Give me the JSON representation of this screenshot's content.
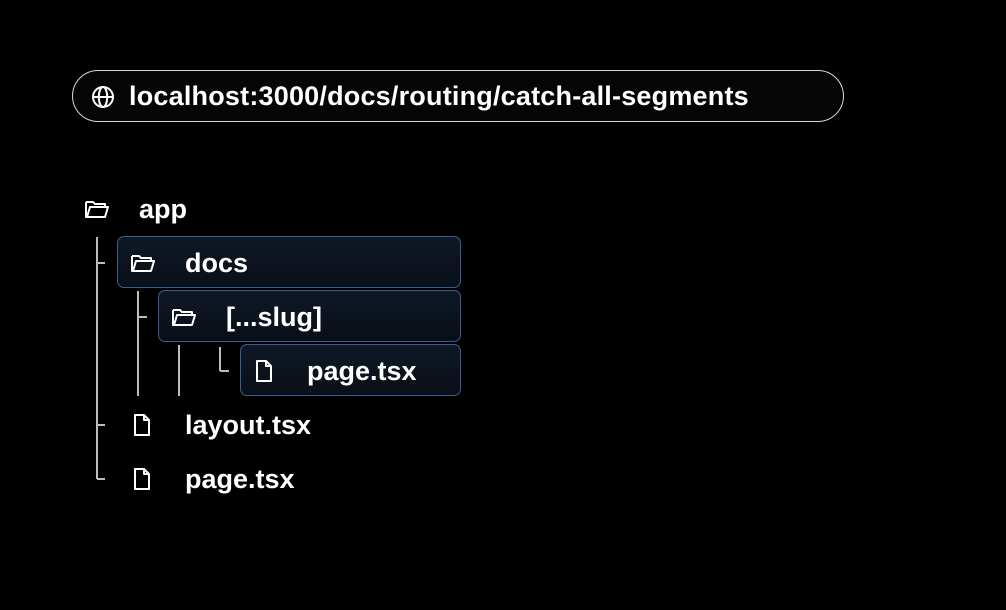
{
  "url_bar": {
    "icon": "globe-icon",
    "url": "localhost:3000/docs/routing/catch-all-segments"
  },
  "tree": {
    "root": {
      "label": "app",
      "icon": "folder-open-icon"
    },
    "docs": {
      "label": "docs",
      "icon": "folder-open-icon",
      "highlighted": true
    },
    "slug": {
      "label": "[...slug]",
      "icon": "folder-open-icon",
      "highlighted": true
    },
    "slug_page": {
      "label": "page.tsx",
      "icon": "file-icon",
      "highlighted": true
    },
    "layout": {
      "label": "layout.tsx",
      "icon": "file-icon"
    },
    "page": {
      "label": "page.tsx",
      "icon": "file-icon"
    }
  },
  "colors": {
    "background": "#000000",
    "highlight_border": "#3b5f8c",
    "highlight_fill": "#0e1826",
    "text": "#ffffff",
    "connector": "#bdbdbd"
  }
}
